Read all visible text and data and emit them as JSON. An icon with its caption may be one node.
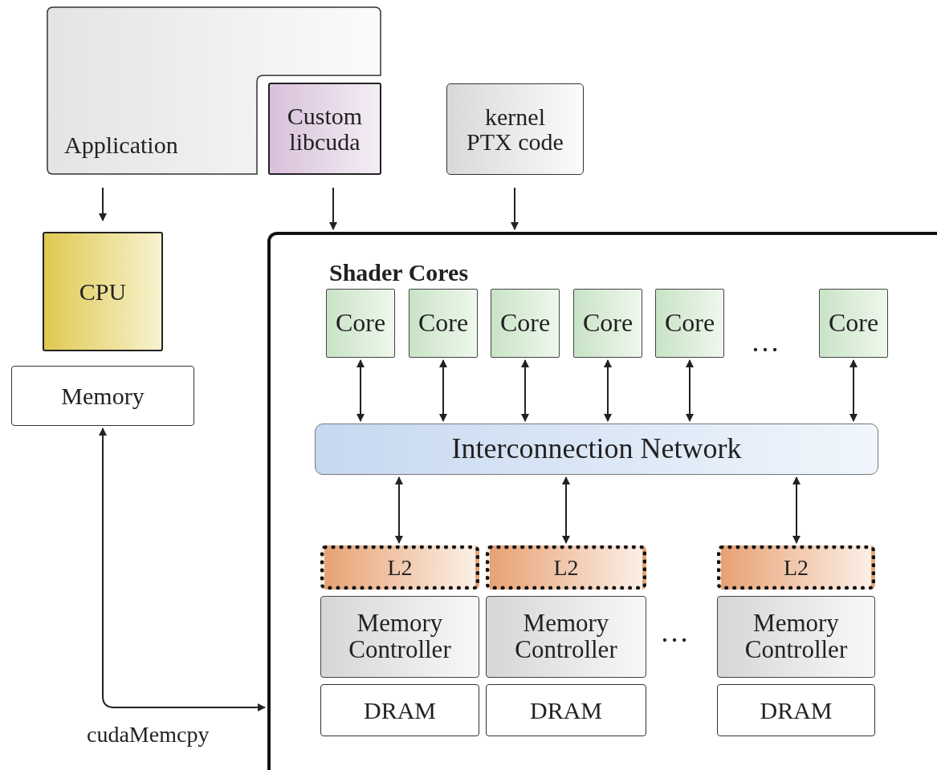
{
  "diagram": {
    "nodes": [
      {
        "text": [
          "Application"
        ]
      },
      {
        "text": [
          "Custom libcuda"
        ]
      },
      {
        "text": [
          "kernel PTX code"
        ]
      },
      {
        "text": [
          "CPU"
        ]
      },
      {
        "text": [
          "Memory"
        ]
      },
      {
        "text": [],
        "shape": "box"
      },
      {
        "text": [
          "Core"
        ],
        "in": 5
      },
      {
        "text": [
          "Core"
        ],
        "in": 5
      },
      {
        "text": [
          "Core"
        ],
        "in": 5
      },
      {
        "text": [
          "Core"
        ],
        "in": 5
      },
      {
        "text": [
          "Core"
        ],
        "in": 5
      },
      {
        "text": [
          "Core"
        ],
        "in": 5
      },
      {
        "text": [
          "Interconnection Network"
        ],
        "in": 5
      },
      {
        "text": [
          "L2"
        ],
        "in": 5
      },
      {
        "text": [
          "L2"
        ],
        "in": 5
      },
      {
        "text": [
          "L2"
        ],
        "in": 5
      },
      {
        "text": [
          "Memory Controller"
        ],
        "in": 5
      },
      {
        "text": [
          "Memory Controller"
        ],
        "in": 5
      },
      {
        "text": [
          "Memory Controller"
        ],
        "in": 5
      },
      {
        "text": [
          "DRAM"
        ],
        "in": 5
      },
      {
        "text": [
          "DRAM"
        ],
        "in": 5
      },
      {
        "text": [
          "DRAM"
        ],
        "in": 5
      }
    ],
    "edges": [
      {
        "from": 0,
        "to": 3,
        "arrow": "to"
      },
      {
        "from": 1,
        "to": 5,
        "arrow": "to"
      },
      {
        "from": 2,
        "to": 5,
        "arrow": "to"
      },
      {
        "from": 4,
        "to": 5,
        "arrow": "both",
        "label": "cudaMemcpy"
      },
      {
        "from": 6,
        "to": 12,
        "arrow": "both"
      },
      {
        "from": 7,
        "to": 12,
        "arrow": "both"
      },
      {
        "from": 8,
        "to": 12,
        "arrow": "both"
      },
      {
        "from": 9,
        "to": 12,
        "arrow": "both"
      },
      {
        "from": 10,
        "to": 12,
        "arrow": "both"
      },
      {
        "from": 11,
        "to": 12,
        "arrow": "both"
      },
      {
        "from": 12,
        "to": 13,
        "arrow": "both"
      },
      {
        "from": 12,
        "to": 14,
        "arrow": "both"
      },
      {
        "from": 12,
        "to": 15,
        "arrow": "both"
      }
    ],
    "labels": [
      "Shader Cores",
      "…",
      "…"
    ]
  }
}
